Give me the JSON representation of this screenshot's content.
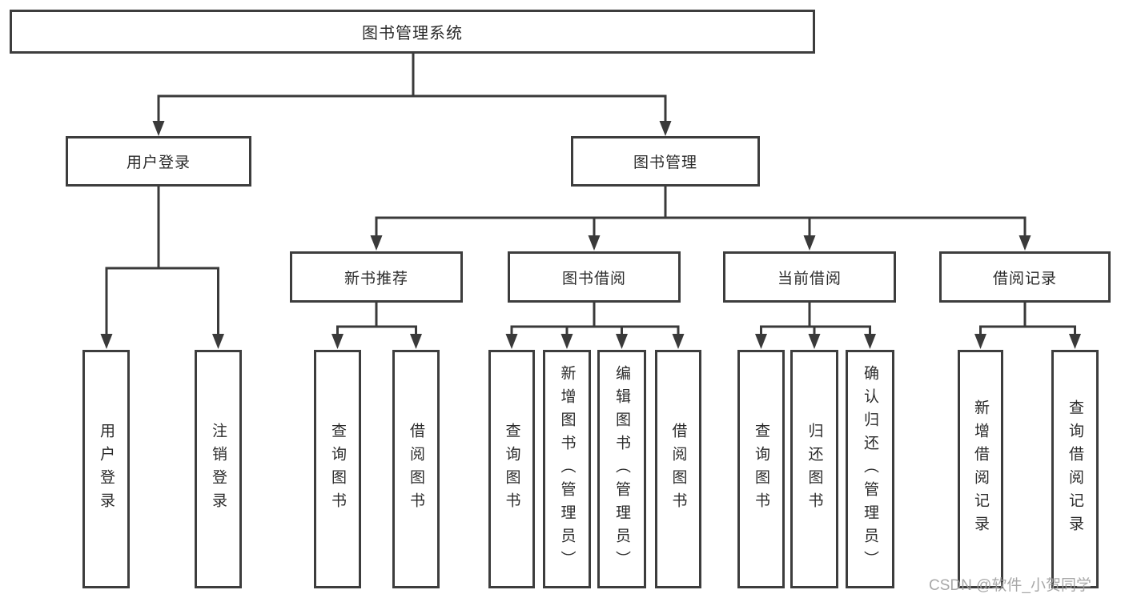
{
  "diagram": {
    "title": "图书管理系统",
    "watermark": "CSDN @软件_小贺同学",
    "colors": {
      "line": "#3a3a3a",
      "border": "#3d3d3d",
      "text": "#2b2b2b",
      "watermark": "#9e9e9e",
      "background": "#ffffff"
    },
    "nodes": {
      "root": {
        "label": "图书管理系统"
      },
      "level2": [
        {
          "label": "用户登录"
        },
        {
          "label": "图书管理"
        }
      ],
      "level3": [
        {
          "label": "新书推荐"
        },
        {
          "label": "图书借阅"
        },
        {
          "label": "当前借阅"
        },
        {
          "label": "借阅记录"
        }
      ],
      "leaves": {
        "user_login": [
          {
            "label": "用户登录"
          },
          {
            "label": "注销登录"
          }
        ],
        "new_books": [
          {
            "label": "查询图书"
          },
          {
            "label": "借阅图书"
          }
        ],
        "book_borrow": [
          {
            "label": "查询图书"
          },
          {
            "label": "新增图书（管理员）"
          },
          {
            "label": "编辑图书（管理员）"
          },
          {
            "label": "借阅图书"
          }
        ],
        "current_borrow": [
          {
            "label": "查询图书"
          },
          {
            "label": "归还图书"
          },
          {
            "label": "确认归还（管理员）"
          }
        ],
        "borrow_records": [
          {
            "label": "新增借阅记录"
          },
          {
            "label": "查询借阅记录"
          }
        ]
      }
    }
  }
}
